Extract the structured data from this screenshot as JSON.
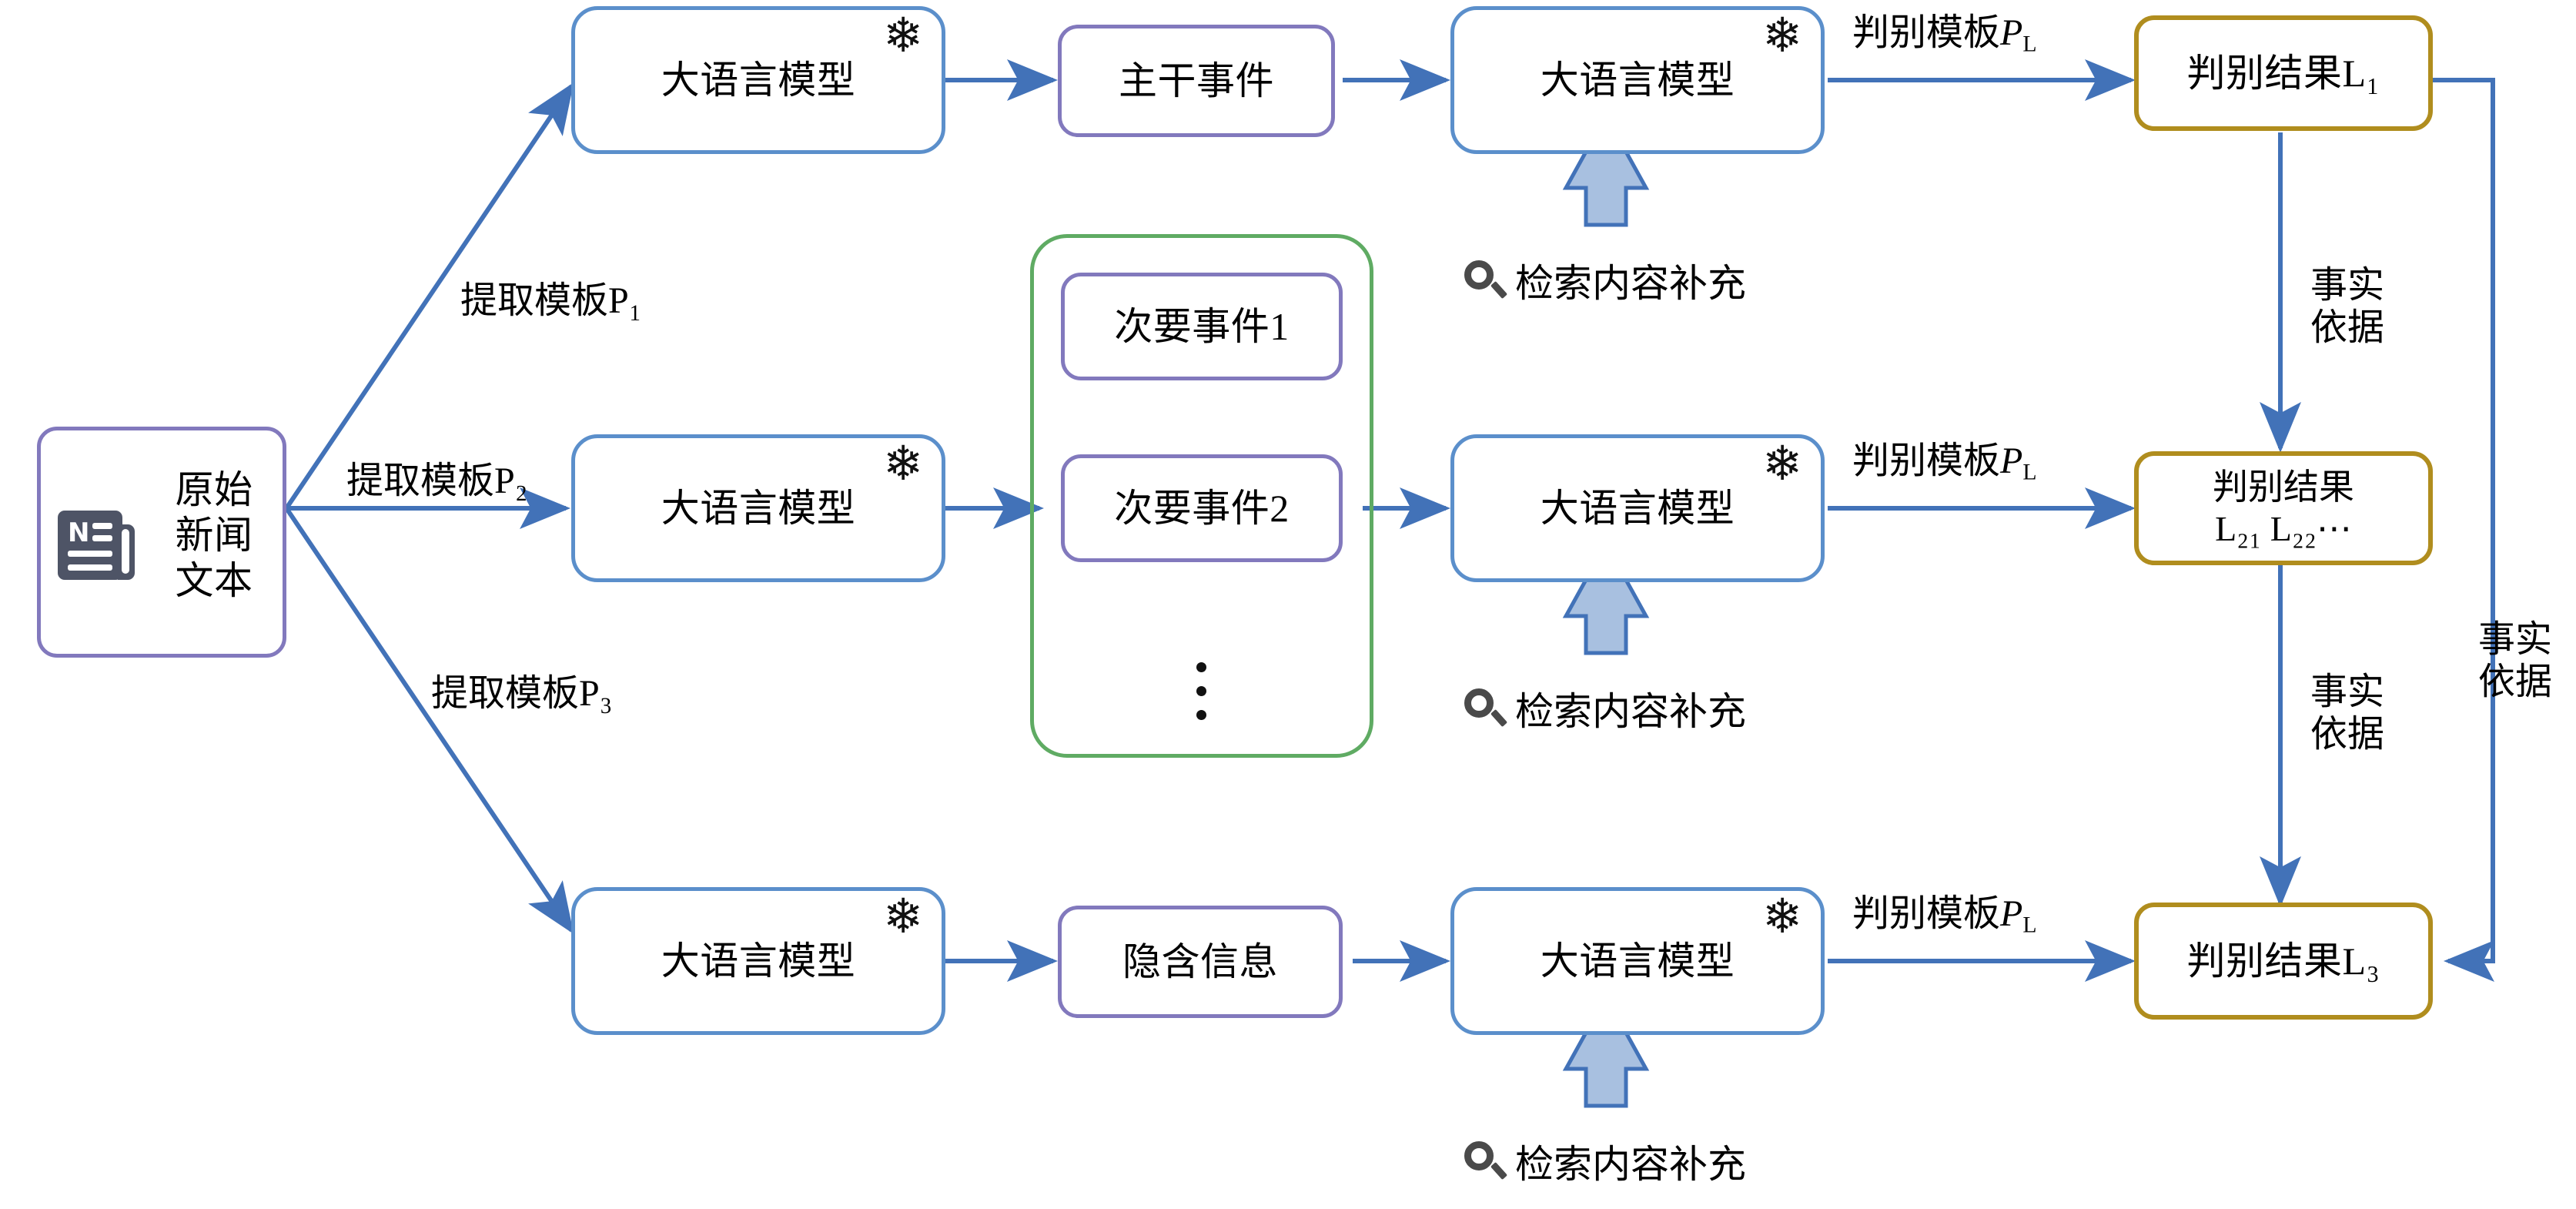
{
  "diagram": {
    "title_nodes": {
      "source": {
        "label_lines": [
          "原始",
          "新闻",
          "文本"
        ],
        "icon": "newspaper-icon"
      },
      "llm": "大语言模型",
      "frozen_icon": "snowflake-icon",
      "main_event": "主干事件",
      "secondary_events": [
        "次要事件1",
        "次要事件2"
      ],
      "secondary_more": "⋮",
      "implicit_info": "隐含信息",
      "result_top": "判别结果L₁",
      "result_mid_line1": "判别结果",
      "result_mid_line2": "L₂₁ L₂₂⋯",
      "result_bottom": "判别结果L₃"
    },
    "edge_labels": {
      "extract_1": "提取模板P₁",
      "extract_2": "提取模板P₂",
      "extract_3": "提取模板P₃",
      "judge_template": "判别模板P_L",
      "evidence": "事实依据"
    },
    "retrieval": {
      "label": "检索内容补充",
      "icon": "search-icon",
      "arrow_icon": "block-arrow-up-icon"
    },
    "colors": {
      "blue_border": "#5B8FCB",
      "purple_border": "#8279BD",
      "gold_border": "#B08D1E",
      "green_border": "#5FAB63",
      "arrow_blue": "#4272B8",
      "block_arrow_fill": "#A8C0E0",
      "icon_gray": "#4e5466"
    }
  }
}
